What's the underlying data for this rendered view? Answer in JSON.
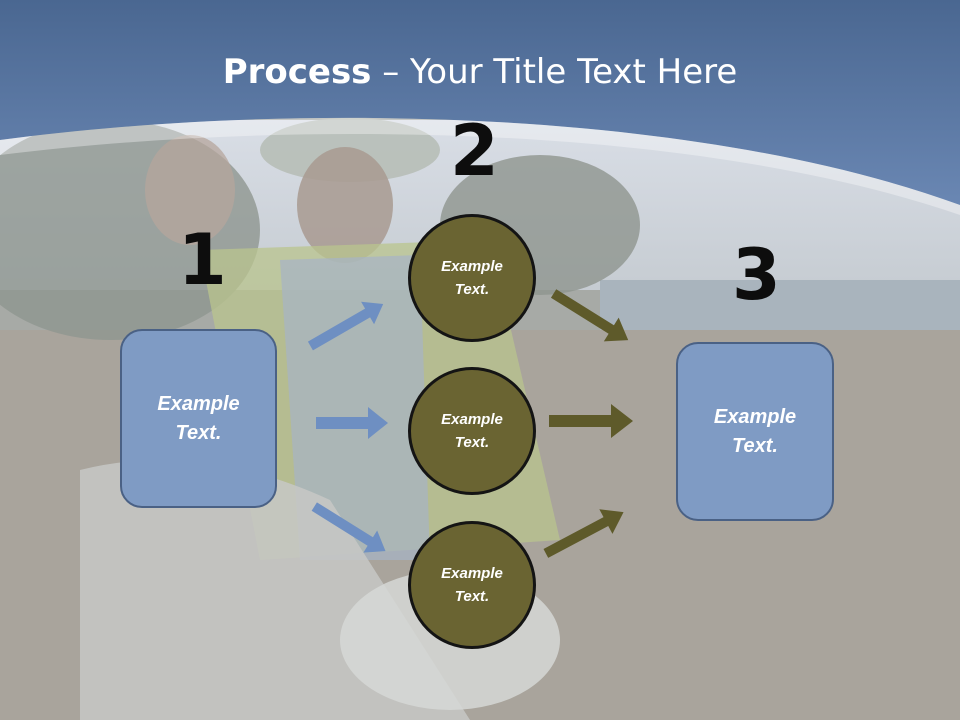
{
  "title": {
    "bold": "Process",
    "rest": " – Your Title Text Here"
  },
  "steps": [
    {
      "number": "1",
      "text": "Example\nText."
    },
    {
      "number": "2",
      "items": [
        "Example\nText.",
        "Example\nText.",
        "Example\nText."
      ]
    },
    {
      "number": "3",
      "text": "Example\nText."
    }
  ],
  "colors": {
    "box": "#7f9bc4",
    "circle": "#6a6432",
    "arrow_left": "#6e8fc2",
    "arrow_right": "#5e5a2a",
    "header": "#4f6f9c"
  },
  "icons": {
    "arrow": "arrow-icon"
  }
}
